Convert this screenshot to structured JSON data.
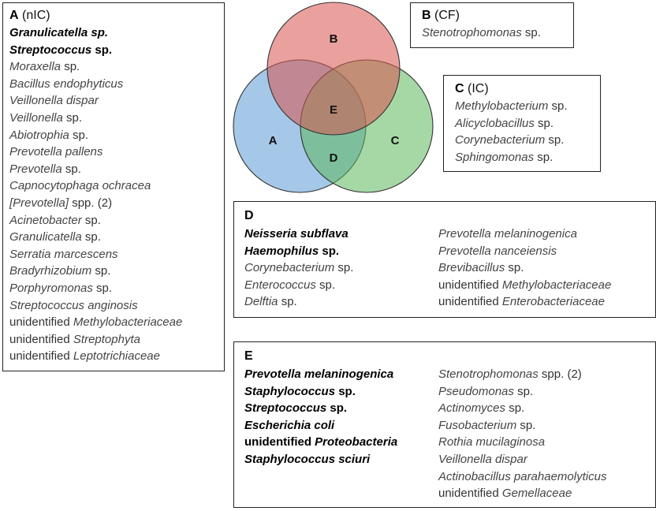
{
  "boxes": {
    "A": {
      "letter": "A",
      "label": "(nIC)",
      "items": [
        {
          "p": [
            {
              "t": "Granulicatella sp.",
              "i": true
            }
          ],
          "b": true
        },
        {
          "p": [
            {
              "t": "Streptococcus",
              "i": true
            },
            {
              "t": " sp.",
              "i": false
            }
          ],
          "b": true
        },
        {
          "p": [
            {
              "t": "Moraxella",
              "i": true
            },
            {
              "t": " sp.",
              "i": false
            }
          ]
        },
        {
          "p": [
            {
              "t": "Bacillus endophyticus",
              "i": true
            }
          ]
        },
        {
          "p": [
            {
              "t": "Veillonella dispar",
              "i": true
            }
          ]
        },
        {
          "p": [
            {
              "t": "Veillonella",
              "i": true
            },
            {
              "t": " sp.",
              "i": false
            }
          ]
        },
        {
          "p": [
            {
              "t": "Abiotrophia",
              "i": true
            },
            {
              "t": " sp.",
              "i": false
            }
          ]
        },
        {
          "p": [
            {
              "t": "Prevotella pallens",
              "i": true
            }
          ]
        },
        {
          "p": [
            {
              "t": "Prevotella",
              "i": true
            },
            {
              "t": " sp.",
              "i": false
            }
          ]
        },
        {
          "p": [
            {
              "t": "Capnocytophaga ochracea",
              "i": true
            }
          ]
        },
        {
          "p": [
            {
              "t": "[Prevotella]",
              "i": true
            },
            {
              "t": " spp. (2)",
              "i": false
            }
          ]
        },
        {
          "p": [
            {
              "t": "Acinetobacter",
              "i": true
            },
            {
              "t": " sp.",
              "i": false
            }
          ]
        },
        {
          "p": [
            {
              "t": "Granulicatella",
              "i": true
            },
            {
              "t": " sp.",
              "i": false
            }
          ]
        },
        {
          "p": [
            {
              "t": "Serratia marcescens",
              "i": true
            }
          ]
        },
        {
          "p": [
            {
              "t": "Bradyrhizobium",
              "i": true
            },
            {
              "t": " sp.",
              "i": false
            }
          ]
        },
        {
          "p": [
            {
              "t": "Porphyromonas",
              "i": true
            },
            {
              "t": " sp.",
              "i": false
            }
          ]
        },
        {
          "p": [
            {
              "t": "Streptococcus anginosis",
              "i": true
            }
          ]
        },
        {
          "p": [
            {
              "t": "unidentified ",
              "i": false
            },
            {
              "t": "Methylobacteriaceae",
              "i": true
            }
          ]
        },
        {
          "p": [
            {
              "t": "unidentified ",
              "i": false
            },
            {
              "t": "Streptophyta",
              "i": true
            }
          ]
        },
        {
          "p": [
            {
              "t": "unidentified ",
              "i": false
            },
            {
              "t": "Leptotrichiaceae",
              "i": true
            }
          ]
        }
      ]
    },
    "B": {
      "letter": "B",
      "label": "(CF)",
      "items": [
        {
          "p": [
            {
              "t": "Stenotrophomonas",
              "i": true
            },
            {
              "t": " sp.",
              "i": false
            }
          ]
        }
      ]
    },
    "C": {
      "letter": "C",
      "label": "(IC)",
      "items": [
        {
          "p": [
            {
              "t": "Methylobacterium",
              "i": true
            },
            {
              "t": " sp.",
              "i": false
            }
          ]
        },
        {
          "p": [
            {
              "t": "Alicyclobacillus",
              "i": true
            },
            {
              "t": " sp.",
              "i": false
            }
          ]
        },
        {
          "p": [
            {
              "t": "Corynebacterium",
              "i": true
            },
            {
              "t": " sp.",
              "i": false
            }
          ]
        },
        {
          "p": [
            {
              "t": "Sphingomonas",
              "i": true
            },
            {
              "t": " sp.",
              "i": false
            }
          ]
        }
      ]
    },
    "D": {
      "letter": "D",
      "label": "",
      "left": [
        {
          "p": [
            {
              "t": "Neisseria subflava",
              "i": true
            }
          ],
          "b": true
        },
        {
          "p": [
            {
              "t": "Haemophilus",
              "i": true
            },
            {
              "t": " sp.",
              "i": false
            }
          ],
          "b": true
        },
        {
          "p": [
            {
              "t": "Corynebacterium",
              "i": true
            },
            {
              "t": " sp.",
              "i": false
            }
          ]
        },
        {
          "p": [
            {
              "t": "Enterococcus",
              "i": true
            },
            {
              "t": " sp.",
              "i": false
            }
          ]
        },
        {
          "p": [
            {
              "t": "Delftia",
              "i": true
            },
            {
              "t": " sp.",
              "i": false
            }
          ]
        }
      ],
      "right": [
        {
          "p": [
            {
              "t": "Prevotella melaninogenica",
              "i": true
            }
          ]
        },
        {
          "p": [
            {
              "t": "Prevotella nanceiensis",
              "i": true
            }
          ]
        },
        {
          "p": [
            {
              "t": "Brevibacillus",
              "i": true
            },
            {
              "t": " sp.",
              "i": false
            }
          ]
        },
        {
          "p": [
            {
              "t": "unidentified ",
              "i": false
            },
            {
              "t": "Methylobacteriaceae",
              "i": true
            }
          ]
        },
        {
          "p": [
            {
              "t": "unidentified ",
              "i": false
            },
            {
              "t": "Enterobacteriaceae",
              "i": true
            }
          ]
        }
      ]
    },
    "E": {
      "letter": "E",
      "label": "",
      "left": [
        {
          "p": [
            {
              "t": "Prevotella melaninogenica",
              "i": true
            }
          ],
          "b": true
        },
        {
          "p": [
            {
              "t": "Staphylococcus",
              "i": true
            },
            {
              "t": " sp.",
              "i": false
            }
          ],
          "b": true
        },
        {
          "p": [
            {
              "t": "Streptococcus",
              "i": true
            },
            {
              "t": " sp.",
              "i": false
            }
          ],
          "b": true
        },
        {
          "p": [
            {
              "t": "Escherichia coli",
              "i": true
            }
          ],
          "b": true
        },
        {
          "p": [
            {
              "t": "unidentified ",
              "i": false
            },
            {
              "t": "Proteobacteria",
              "i": true
            }
          ],
          "b": true
        },
        {
          "p": [
            {
              "t": "Staphylococcus sciuri",
              "i": true
            }
          ],
          "b": true
        }
      ],
      "right": [
        {
          "p": [
            {
              "t": "Stenotrophomonas",
              "i": true
            },
            {
              "t": " spp. (2)",
              "i": false
            }
          ]
        },
        {
          "p": [
            {
              "t": "Pseudomonas",
              "i": true
            },
            {
              "t": " sp.",
              "i": false
            }
          ]
        },
        {
          "p": [
            {
              "t": "Actinomyces",
              "i": true
            },
            {
              "t": " sp.",
              "i": false
            }
          ]
        },
        {
          "p": [
            {
              "t": "Fusobacterium",
              "i": true
            },
            {
              "t": " sp.",
              "i": false
            }
          ]
        },
        {
          "p": [
            {
              "t": "Rothia mucilaginosa",
              "i": true
            }
          ]
        },
        {
          "p": [
            {
              "t": "Veillonella dispar",
              "i": true
            }
          ]
        },
        {
          "p": [
            {
              "t": "Actinobacillus parahaemolyticus",
              "i": true
            }
          ]
        },
        {
          "p": [
            {
              "t": "unidentified ",
              "i": false
            },
            {
              "t": "Gemellaceae",
              "i": true
            }
          ]
        }
      ]
    }
  },
  "venn": {
    "colors": {
      "A": "#5b9bd5",
      "B": "#d9534f",
      "C": "#5cb85c"
    },
    "region_labels": {
      "A": "A",
      "B": "B",
      "C": "C",
      "D": "D",
      "E": "E"
    }
  }
}
